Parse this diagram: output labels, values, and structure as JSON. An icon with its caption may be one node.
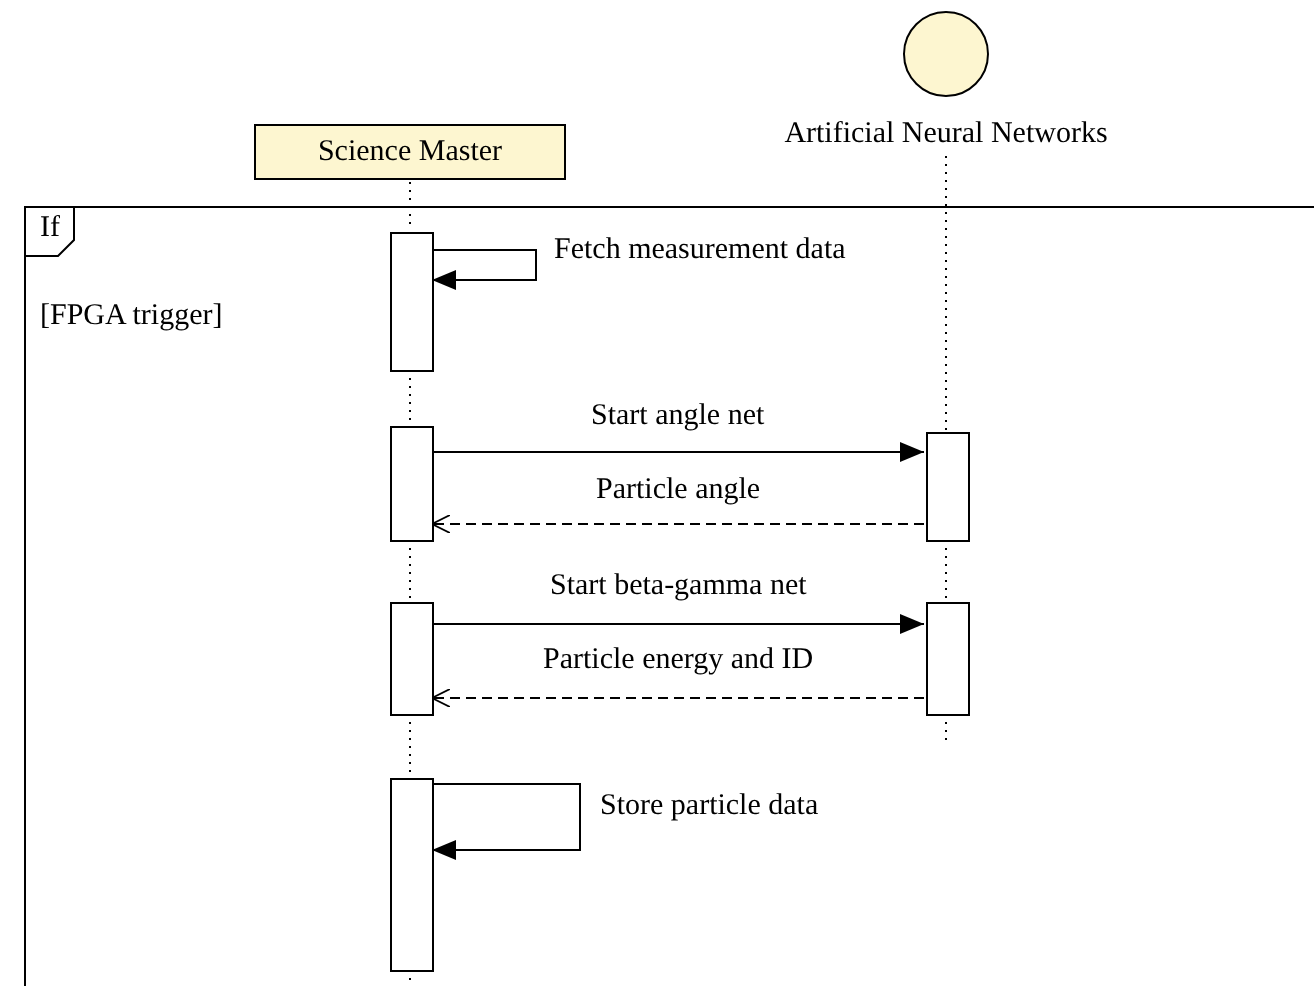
{
  "diagram": {
    "nodes": [
      {
        "text": [
          "Science Master"
        ]
      },
      {
        "text": [
          "Artificial Neural Networks"
        ]
      },
      {
        "text": [
          "If",
          "[FPGA trigger]"
        ]
      },
      {
        "text": [],
        "shape": "bar",
        "in": 2
      },
      {
        "text": [],
        "shape": "bar",
        "in": 2
      },
      {
        "text": [],
        "shape": "bar",
        "in": 2
      },
      {
        "text": [],
        "shape": "bar",
        "in": 2
      },
      {
        "text": [],
        "shape": "bar",
        "in": 2
      },
      {
        "text": [],
        "shape": "bar",
        "in": 2
      }
    ],
    "edges": [
      {
        "from": 3,
        "to": 3,
        "arrow": "to",
        "label": "Fetch measurement data"
      },
      {
        "from": 4,
        "to": 5,
        "arrow": "to",
        "label": "Start angle net"
      },
      {
        "from": 5,
        "to": 4,
        "arrow": "to",
        "label": "Particle angle",
        "style": "dashed"
      },
      {
        "from": 6,
        "to": 7,
        "arrow": "to",
        "label": "Start beta-gamma net"
      },
      {
        "from": 7,
        "to": 6,
        "arrow": "to",
        "label": "Particle energy and ID",
        "style": "dashed"
      },
      {
        "from": 8,
        "to": 8,
        "arrow": "to",
        "label": "Store particle data"
      },
      {
        "from": 0,
        "to": 3,
        "arrow": "none",
        "style": "dashed"
      },
      {
        "from": 3,
        "to": 4,
        "arrow": "none",
        "style": "dashed"
      },
      {
        "from": 4,
        "to": 6,
        "arrow": "none",
        "style": "dashed"
      },
      {
        "from": 6,
        "to": 8,
        "arrow": "none",
        "style": "dashed"
      },
      {
        "from": 8,
        "to": null,
        "arrow": "none",
        "style": "dashed"
      },
      {
        "from": 1,
        "to": 5,
        "arrow": "none",
        "style": "dashed"
      },
      {
        "from": 5,
        "to": 7,
        "arrow": "none",
        "style": "dashed"
      },
      {
        "from": 7,
        "to": null,
        "arrow": "none",
        "style": "dashed"
      }
    ]
  }
}
